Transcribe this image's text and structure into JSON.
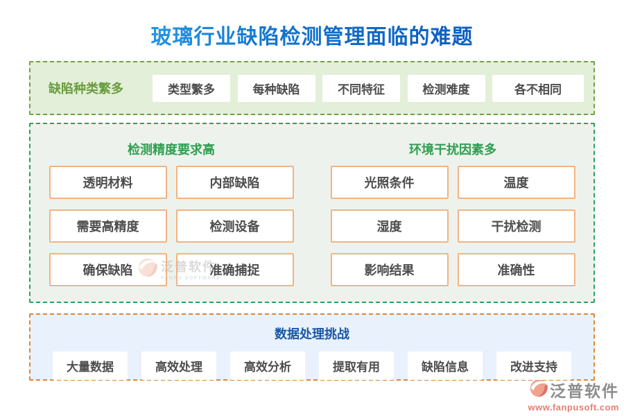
{
  "title": "玻璃行业缺陷检测管理面临的难题",
  "section1": {
    "label": "缺陷种类繁多",
    "items": [
      "类型繁多",
      "每种缺陷",
      "不同特征",
      "检测难度",
      "各不相同"
    ]
  },
  "section2": {
    "left": {
      "header": "检测精度要求高",
      "items": [
        "透明材料",
        "内部缺陷",
        "需要高精度",
        "检测设备",
        "确保缺陷",
        "准确捕捉"
      ]
    },
    "right": {
      "header": "环境干扰因素多",
      "items": [
        "光照条件",
        "温度",
        "湿度",
        "干扰检测",
        "影响结果",
        "准确性"
      ]
    }
  },
  "section3": {
    "header": "数据处理挑战",
    "items": [
      "大量数据",
      "高效处理",
      "高效分析",
      "提取有用",
      "缺陷信息",
      "改进支持"
    ]
  },
  "watermark": {
    "text": "泛普软件",
    "subtext": "FANPU SOFTWARE"
  },
  "logo": {
    "name": "泛普软件",
    "url": "www.fanpusoft.com"
  },
  "colors": {
    "title_blue": "#1273cf",
    "section1_bg": "#e3efd8",
    "section1_border": "#6fa243",
    "section1_label": "#689c3e",
    "section2_bg": "#edf3ec",
    "section2_border": "#28a35c",
    "section2_header": "#2f9e52",
    "chip_border_orange": "#f3b381",
    "section3_bg": "#e9f2fc",
    "section3_border": "#df8636",
    "section3_header": "#1a57a8",
    "chip_text": "#4d4d4d",
    "logo_red": "#e57f72"
  }
}
